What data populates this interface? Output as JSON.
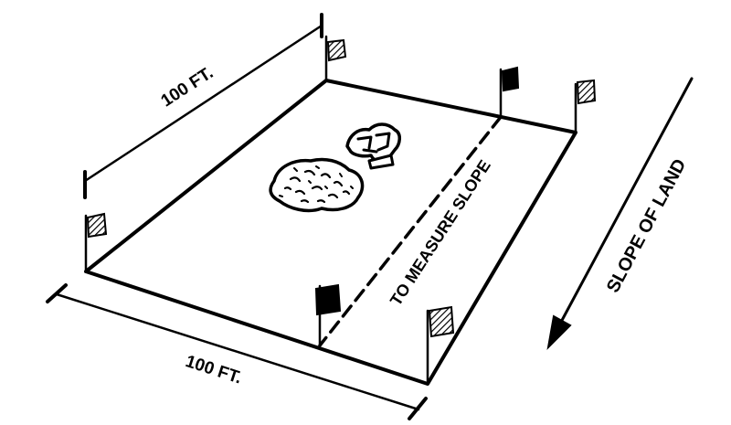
{
  "labels": {
    "top_dimension": "100 FT.",
    "bottom_dimension": "100 FT.",
    "measure_line": "TO MEASURE SLOPE",
    "slope_arrow": "SLOPE OF LAND"
  },
  "colors": {
    "ink": "#000000",
    "background": "#ffffff"
  },
  "icons": {
    "corner_stake": "hatched-flag-icon",
    "slope_stake": "solid-flag-icon",
    "rock": "rock-cluster-icon",
    "bush": "plant-clump-icon"
  }
}
